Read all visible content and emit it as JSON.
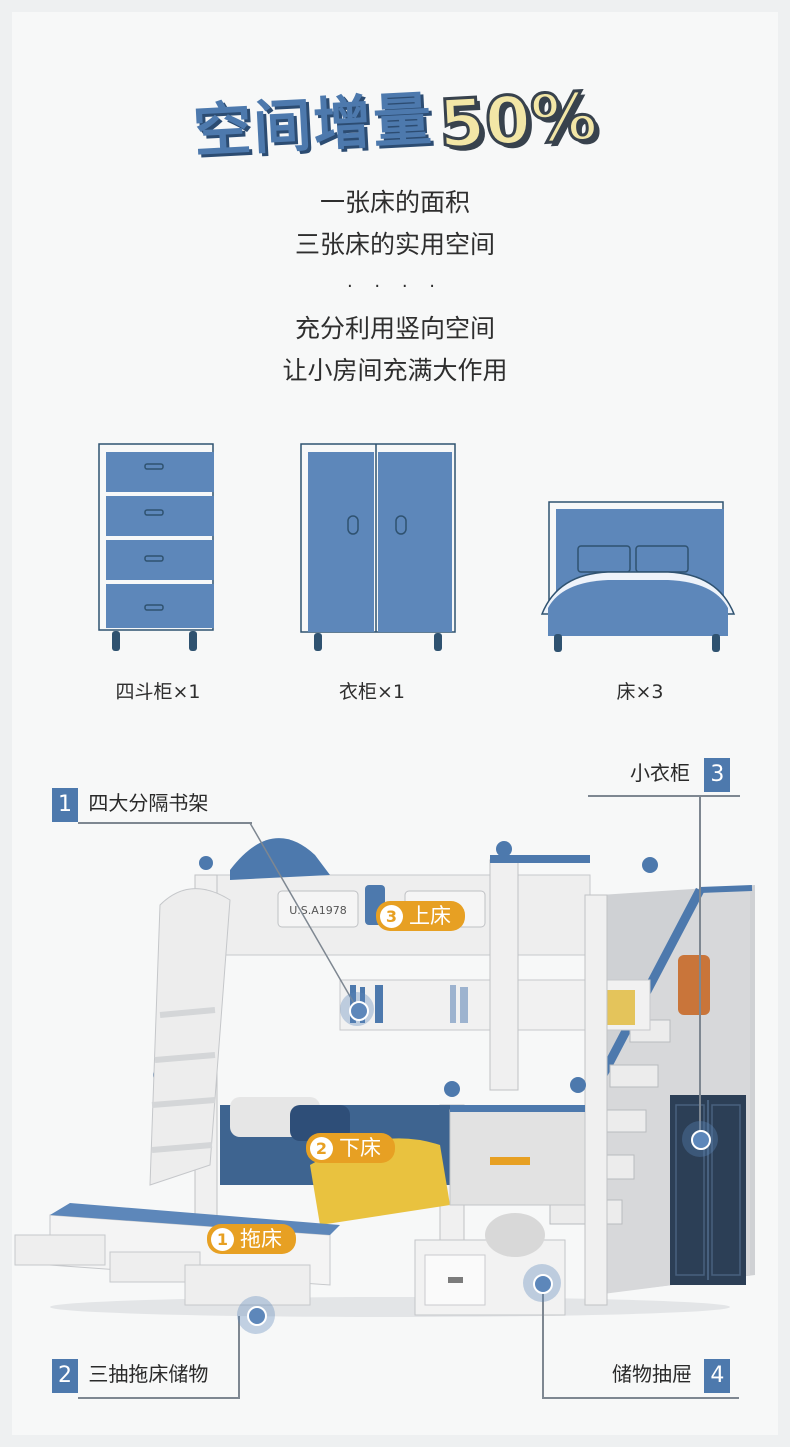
{
  "title": {
    "text": "空间增量",
    "percent": "50%"
  },
  "intro_lines": [
    "一张床的面积",
    "三张床的实用空间",
    "· · · ·",
    "充分利用竖向空间",
    "让小房间充满大作用"
  ],
  "furniture": [
    {
      "label": "四斗柜×1",
      "icon": "drawer-chest-icon"
    },
    {
      "label": "衣柜×1",
      "icon": "wardrobe-icon"
    },
    {
      "label": "床×3",
      "icon": "bed-icon"
    }
  ],
  "callouts": [
    {
      "num": "1",
      "text": "四大分隔书架"
    },
    {
      "num": "2",
      "text": "三抽拖床储物"
    },
    {
      "num": "3",
      "text": "小衣柜"
    },
    {
      "num": "4",
      "text": "储物抽屉"
    }
  ],
  "pills": [
    {
      "num": "3",
      "text": "上床"
    },
    {
      "num": "2",
      "text": "下床"
    },
    {
      "num": "1",
      "text": "拖床"
    }
  ],
  "bunk_sign": "U.S.A1978",
  "colors": {
    "accent": "#4d79ad",
    "furniture_blue": "#5d87ba",
    "pill": "#e7a023",
    "percent_fill": "#f2e6a6"
  }
}
